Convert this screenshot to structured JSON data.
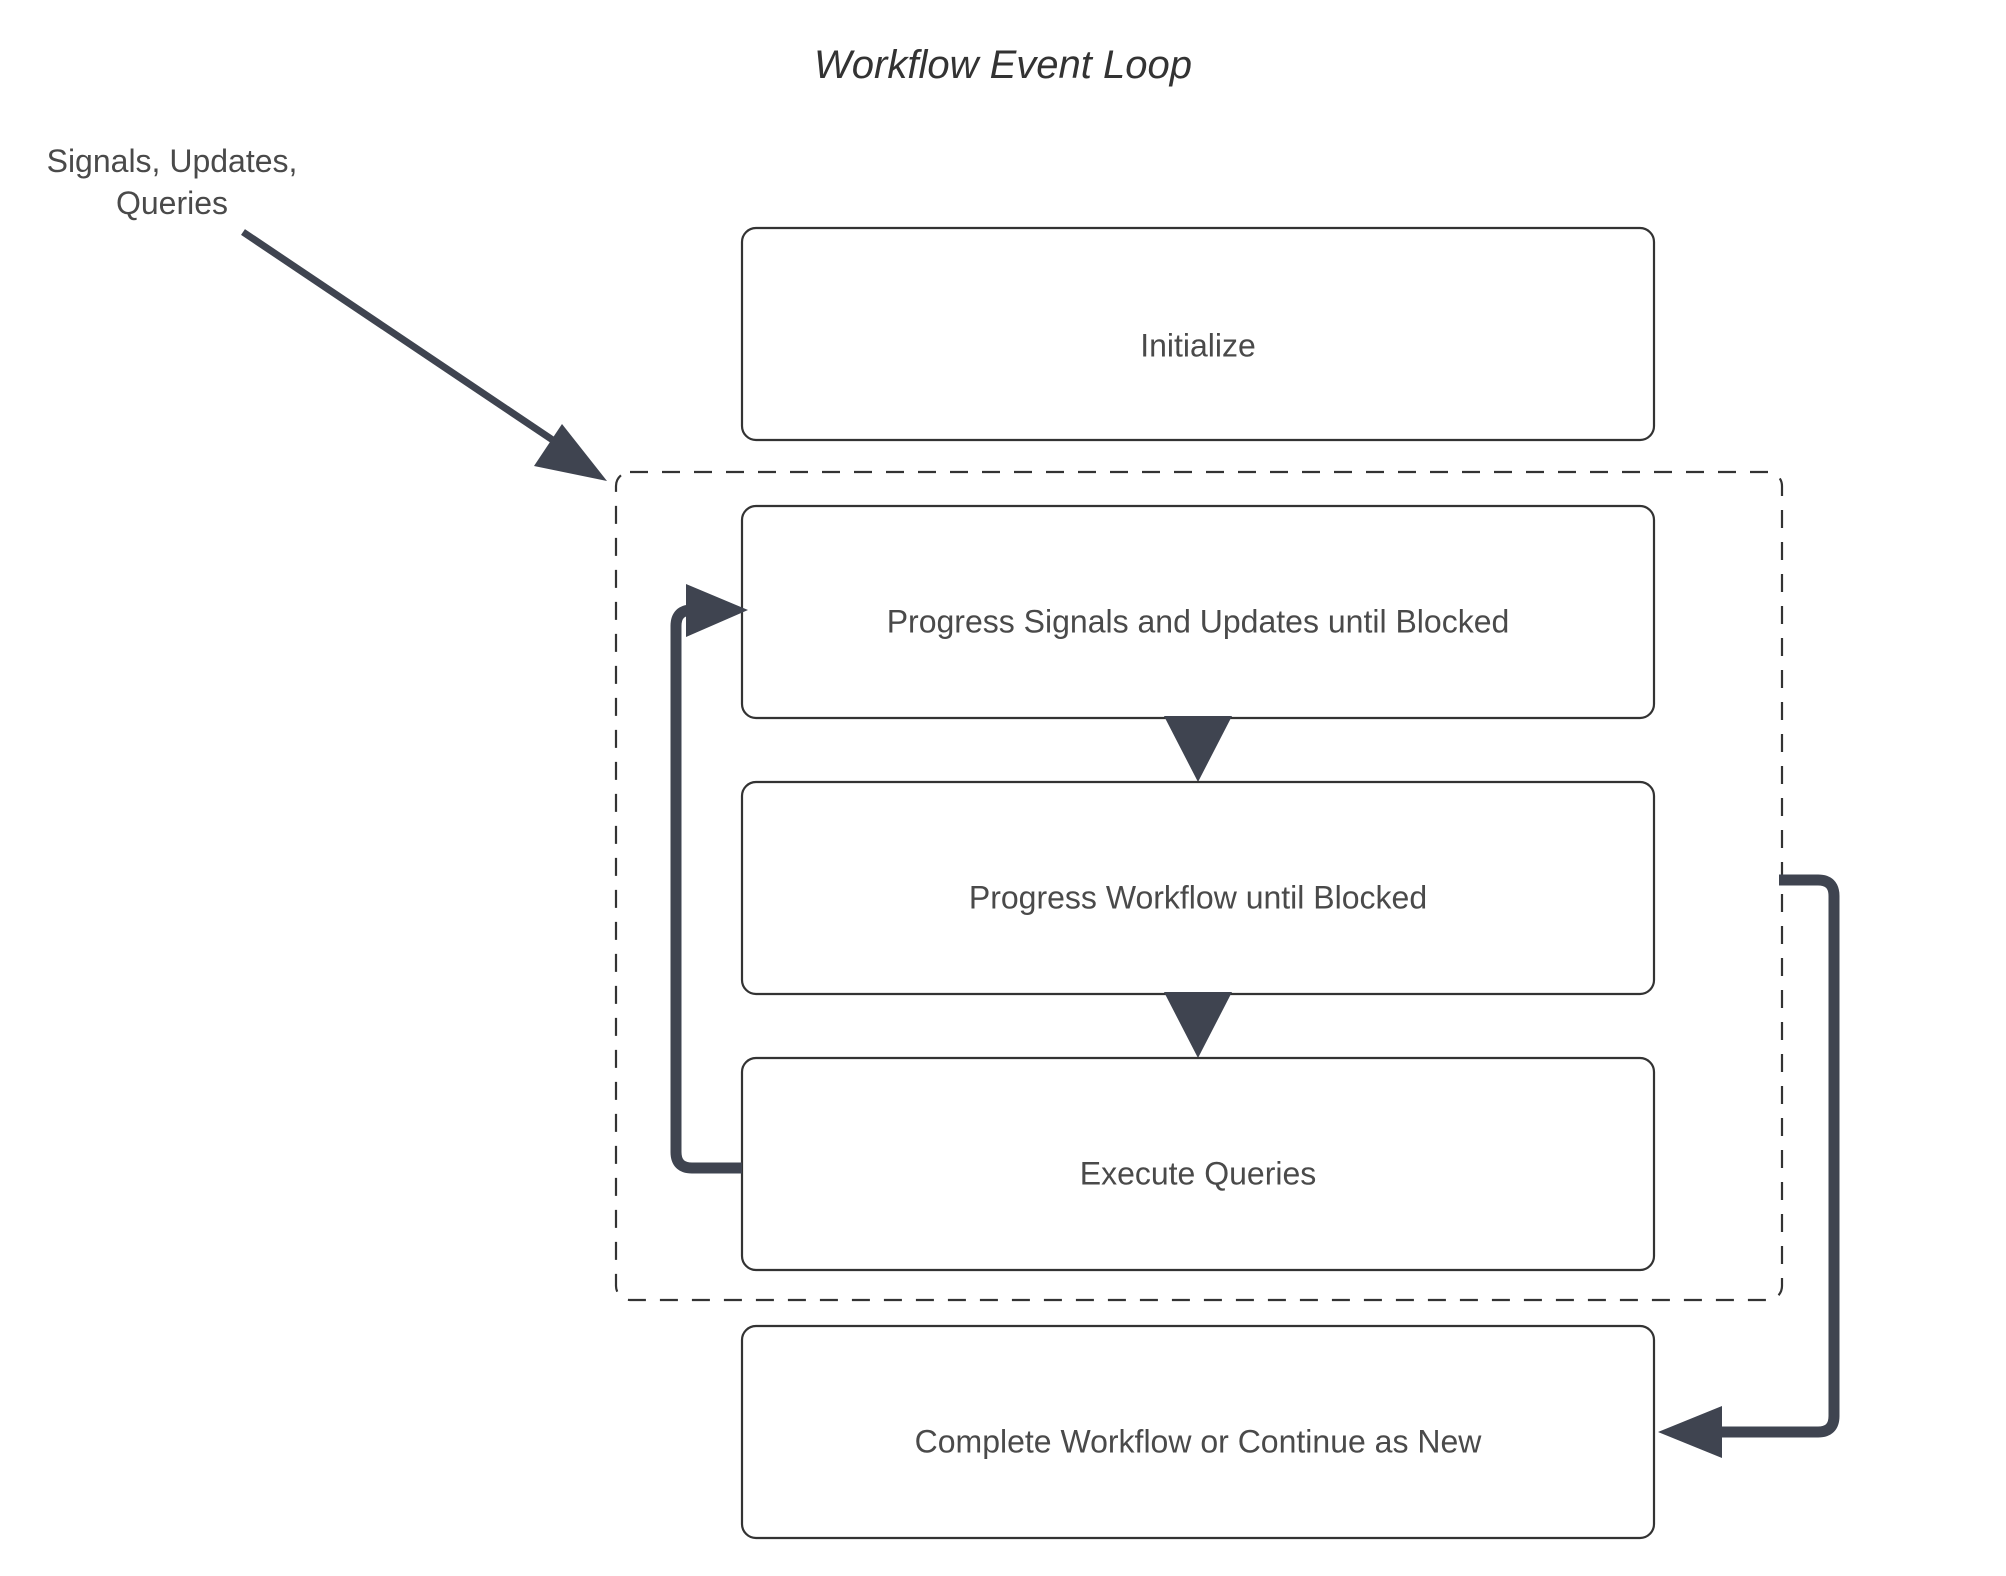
{
  "diagram": {
    "title": "Workflow Event Loop",
    "background_color": "#ffffff",
    "box_border_color": "#333333",
    "box_fill_color": "#ffffff",
    "arrow_color": "#3f4450",
    "text_color": "#4a4a4a",
    "group_frame_style": "dashed"
  },
  "labels": {
    "external_input": {
      "line1": "Signals, Updates,",
      "line2": "Queries"
    }
  },
  "nodes": [
    {
      "id": "initialize",
      "label": "Initialize"
    },
    {
      "id": "progress-signals",
      "label": "Progress Signals and Updates until Blocked"
    },
    {
      "id": "progress-workflow",
      "label": "Progress Workflow until Blocked"
    },
    {
      "id": "execute-queries",
      "label": "Execute Queries"
    },
    {
      "id": "complete-workflow",
      "label": "Complete Workflow or Continue as New"
    }
  ],
  "group": {
    "id": "event-loop-group",
    "label": "",
    "contains": [
      "progress-signals",
      "progress-workflow",
      "execute-queries"
    ]
  },
  "edges": [
    {
      "from": "external-input",
      "to": "event-loop-group",
      "label": ""
    },
    {
      "from": "progress-signals",
      "to": "progress-workflow",
      "label": ""
    },
    {
      "from": "progress-workflow",
      "to": "execute-queries",
      "label": ""
    },
    {
      "from": "execute-queries",
      "to": "progress-signals",
      "label": ""
    },
    {
      "from": "event-loop-group",
      "to": "complete-workflow",
      "label": ""
    }
  ]
}
